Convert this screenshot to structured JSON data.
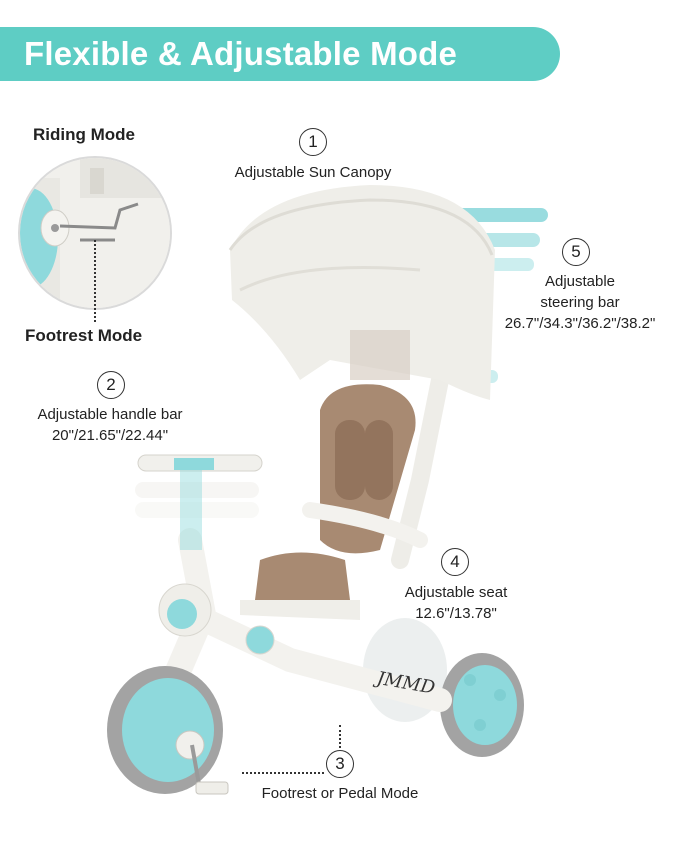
{
  "banner": {
    "title": "Flexible & Adjustable Mode",
    "color": "#5ecdc4"
  },
  "inset": {
    "top_label": "Riding Mode",
    "bottom_label": "Footrest Mode"
  },
  "features": [
    {
      "number": "1",
      "line1": "Adjustable Sun Canopy",
      "line2": ""
    },
    {
      "number": "2",
      "line1": "Adjustable handle bar",
      "line2": "20\"/21.65\"/22.44\""
    },
    {
      "number": "3",
      "line1": "Footrest or Pedal Mode",
      "line2": ""
    },
    {
      "number": "4",
      "line1": "Adjustable seat",
      "line2": "12.6\"/13.78\""
    },
    {
      "number": "5",
      "line1": "Adjustable",
      "line2": "steering bar",
      "line3": "26.7\"/34.3\"/36.2\"/38.2\""
    }
  ],
  "product": {
    "brand_mark": "JMMD",
    "canopy_color": "#efeee9",
    "accent_color": "#8ed9dc",
    "seat_color": "#a88a72",
    "frame_color": "#f3f2ee",
    "tire_color": "#9a9a9a"
  }
}
